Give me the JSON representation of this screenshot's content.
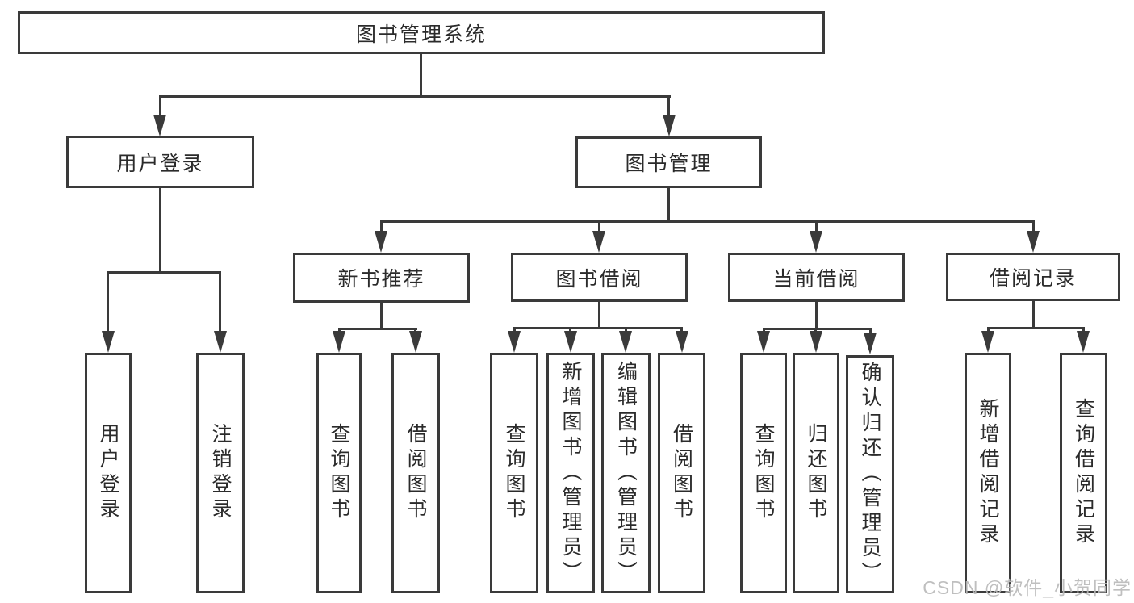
{
  "diagram": {
    "root": "图书管理系统",
    "user_login": {
      "label": "用户登录",
      "children": [
        "用户登录",
        "注销登录"
      ]
    },
    "book_mgmt": {
      "label": "图书管理",
      "sections": [
        {
          "label": "新书推荐",
          "children": [
            "查询图书",
            "借阅图书"
          ]
        },
        {
          "label": "图书借阅",
          "children": [
            "查询图书",
            "新增图书（管理员）",
            "编辑图书（管理员）",
            "借阅图书"
          ]
        },
        {
          "label": "当前借阅",
          "children": [
            "查询图书",
            "归还图书",
            "确认归还（管理员）"
          ]
        },
        {
          "label": "借阅记录",
          "children": [
            "新增借阅记录",
            "查询借阅记录"
          ]
        }
      ]
    }
  },
  "watermark": "CSDN @软件_小贺同学",
  "colors": {
    "line": "#3a3a3a",
    "text": "#2b2b2b",
    "background": "#ffffff",
    "watermark": "#bcbcbc"
  }
}
